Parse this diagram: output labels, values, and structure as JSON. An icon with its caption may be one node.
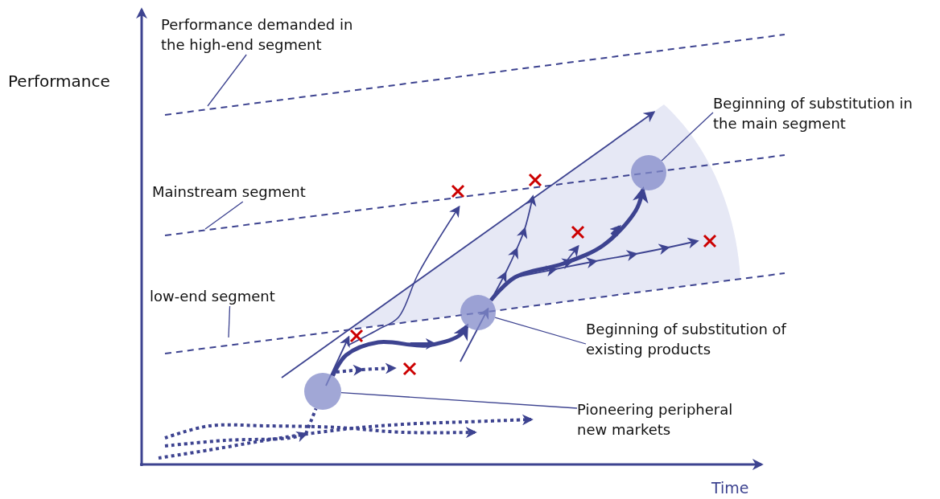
{
  "diagram": {
    "nodes": [
      {
        "text": [
          "Performance demanded in the high-end segment"
        ]
      },
      {
        "text": [
          "Mainstream segment"
        ]
      },
      {
        "text": [
          "low-end segment"
        ]
      },
      {
        "text": [
          "Beginning of substitution in the main segment"
        ]
      },
      {
        "text": [
          "Beginning of substitution of existing products"
        ]
      },
      {
        "text": [
          "Pioneering peripheral new markets"
        ]
      },
      {
        "text": [],
        "shape": "circle"
      },
      {
        "text": [],
        "shape": "circle"
      },
      {
        "text": [],
        "shape": "circle"
      }
    ],
    "edges": [
      {
        "from": 0,
        "to": null,
        "arrow": "none"
      },
      {
        "from": 1,
        "to": null,
        "arrow": "none"
      },
      {
        "from": 2,
        "to": null,
        "arrow": "none"
      },
      {
        "from": 3,
        "to": 8,
        "arrow": "none"
      },
      {
        "from": 4,
        "to": 7,
        "arrow": "none"
      },
      {
        "from": 5,
        "to": 6,
        "arrow": "none"
      },
      {
        "from": null,
        "to": 6,
        "arrow": "none",
        "style": "dashed"
      },
      {
        "from": 6,
        "to": 7,
        "arrow": "to",
        "style": "thick"
      },
      {
        "from": 7,
        "to": 8,
        "arrow": "to",
        "style": "thick"
      }
    ],
    "labels": [
      "Performance",
      "Time"
    ]
  }
}
